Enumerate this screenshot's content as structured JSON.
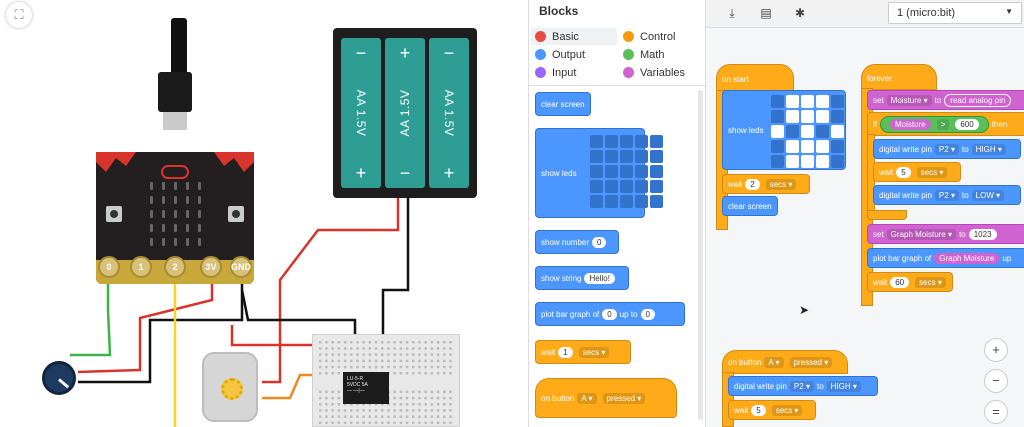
{
  "circuit": {
    "battery_cells": [
      {
        "label": "AA 1.5V",
        "top": "−",
        "bottom": "+"
      },
      {
        "label": "AA 1.5V",
        "top": "+",
        "bottom": "−"
      },
      {
        "label": "AA 1.5V",
        "top": "−",
        "bottom": "+"
      }
    ],
    "microbit_pins": [
      "0",
      "1",
      "2",
      "3V",
      "GND"
    ]
  },
  "palette": {
    "title": "Blocks",
    "categories": [
      {
        "label": "Basic",
        "color": "#e74c3c"
      },
      {
        "label": "Control",
        "color": "#f39c12"
      },
      {
        "label": "Output",
        "color": "#4c97ff"
      },
      {
        "label": "Math",
        "color": "#59c059"
      },
      {
        "label": "Input",
        "color": "#9966ff"
      },
      {
        "label": "Variables",
        "color": "#cf63cf"
      }
    ],
    "blocks": {
      "clear_screen": "clear screen",
      "show_leds": "show leds",
      "show_number": "show number",
      "show_number_val": "0",
      "show_string": "show string",
      "show_string_val": "Hello!",
      "plot_bar": "plot bar graph of",
      "plot_bar_val": "0",
      "plot_bar_upto": "up to",
      "plot_bar_upto_val": "0",
      "wait": "wait",
      "wait_val": "1",
      "wait_unit": "secs",
      "on_button": "on button",
      "on_button_key": "A",
      "on_button_event": "pressed"
    }
  },
  "workspace": {
    "device": "1 (micro:bit)",
    "on_start": {
      "hat": "on start",
      "show_leds": "show leds",
      "wait": "wait",
      "wait_val": "2",
      "wait_unit": "secs",
      "clear_screen": "clear screen"
    },
    "forever": {
      "hat": "forever",
      "set": "set",
      "var": "Moisture",
      "to": "to",
      "read_analog": "read analog pin",
      "if": "if",
      "cmp_var": "Moisture",
      "cmp_op": ">",
      "cmp_val": "600",
      "then": "then",
      "dw1": "digital write pin",
      "dw1_pin": "P2",
      "dw1_to": "to",
      "dw1_val": "HIGH",
      "wait1": "wait",
      "wait1_val": "5",
      "wait1_unit": "secs",
      "dw2": "digital write pin",
      "dw2_pin": "P2",
      "dw2_to": "to",
      "dw2_val": "LOW",
      "set2": "set",
      "var2": "Graph Moisture",
      "to2": "to",
      "set2_val": "1023",
      "plot": "plot bar graph of",
      "plot_var": "Graph Moisture",
      "plot_upto": "up",
      "wait2": "wait",
      "wait2_val": "60",
      "wait2_unit": "secs"
    },
    "on_button": {
      "hat": "on button",
      "key": "A",
      "event": "pressed",
      "dw": "digital write pin",
      "dw_pin": "P2",
      "dw_to": "to",
      "dw_val": "HIGH",
      "wait": "wait",
      "wait_val": "5",
      "wait_unit": "secs"
    },
    "zoom": [
      "+",
      "−",
      "="
    ]
  }
}
